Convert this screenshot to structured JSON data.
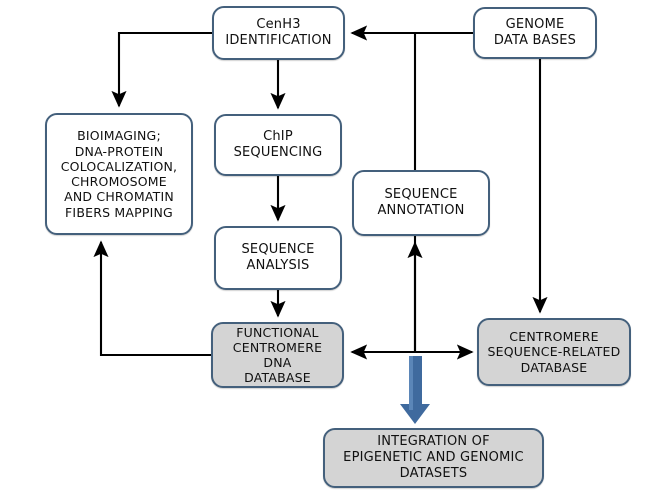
{
  "diagram": {
    "title": "Centromere epigenomics workflow flowchart",
    "type": "flowchart",
    "background_color": "#ffffff",
    "node_border_color": "#44607c",
    "node_fill_default": "#ffffff",
    "node_fill_highlight": "#d4d4d4",
    "connector_color": "#000000",
    "thick_arrow_color": "#3f6a9e",
    "nodes": [
      {
        "id": "cenh3",
        "label": "CenH3\nIDENTIFICATION",
        "fill": "#ffffff",
        "shape": "rounded-rectangle"
      },
      {
        "id": "genome_databases",
        "label": "GENOME\nDATA BASES",
        "fill": "#ffffff",
        "shape": "rounded-rectangle"
      },
      {
        "id": "bioimaging",
        "label": "BIOIMAGING;\nDNA-PROTEIN\nCOLOCALIZATION,\nCHROMOSOME\nAND  CHROMATIN\nFIBERS  MAPPING",
        "fill": "#ffffff",
        "shape": "rounded-rectangle"
      },
      {
        "id": "chip_sequencing",
        "label": "ChIP\nSEQUENCING",
        "fill": "#ffffff",
        "shape": "rounded-rectangle"
      },
      {
        "id": "sequence_annotation",
        "label": "SEQUENCE\nANNOTATION",
        "fill": "#ffffff",
        "shape": "rounded-rectangle"
      },
      {
        "id": "sequence_analysis",
        "label": "SEQUENCE\nANALYSIS",
        "fill": "#ffffff",
        "shape": "rounded-rectangle"
      },
      {
        "id": "functional_centromere_dna_database",
        "label": "FUNCTIONAL\nCENTROMERE  DNA\nDATABASE",
        "fill": "#d4d4d4",
        "shape": "rounded-rectangle"
      },
      {
        "id": "centromere_sequence_related_database",
        "label": "CENTROMERE\nSEQUENCE-RELATED\nDATABASE",
        "fill": "#d4d4d4",
        "shape": "rounded-rectangle"
      },
      {
        "id": "integration",
        "label": "INTEGRATION  OF\nEPIGENETIC  AND  GENOMIC\nDATASETS",
        "fill": "#d4d4d4",
        "shape": "rounded-rectangle"
      }
    ],
    "edges": [
      {
        "from": "genome_databases",
        "to": "cenh3",
        "style": "solid",
        "arrow": "single"
      },
      {
        "from": "cenh3",
        "to": "bioimaging",
        "style": "solid",
        "arrow": "single"
      },
      {
        "from": "cenh3",
        "to": "chip_sequencing",
        "style": "solid",
        "arrow": "single"
      },
      {
        "from": "chip_sequencing",
        "to": "sequence_analysis",
        "style": "solid",
        "arrow": "single"
      },
      {
        "from": "sequence_analysis",
        "to": "functional_centromere_dna_database",
        "style": "solid",
        "arrow": "single"
      },
      {
        "from": "functional_centromere_dna_database",
        "to": "bioimaging",
        "style": "solid",
        "arrow": "single"
      },
      {
        "from": "genome_databases",
        "to": "centromere_sequence_related_database",
        "style": "solid",
        "arrow": "single"
      },
      {
        "from": "genome_databases",
        "to": "sequence_annotation",
        "style": "solid",
        "arrow": "single"
      },
      {
        "from": "functional_centromere_dna_database",
        "to": "centromere_sequence_related_database",
        "style": "solid",
        "arrow": "double"
      },
      {
        "from": "databases-junction",
        "to": "integration",
        "style": "thick",
        "arrow": "single"
      }
    ]
  }
}
